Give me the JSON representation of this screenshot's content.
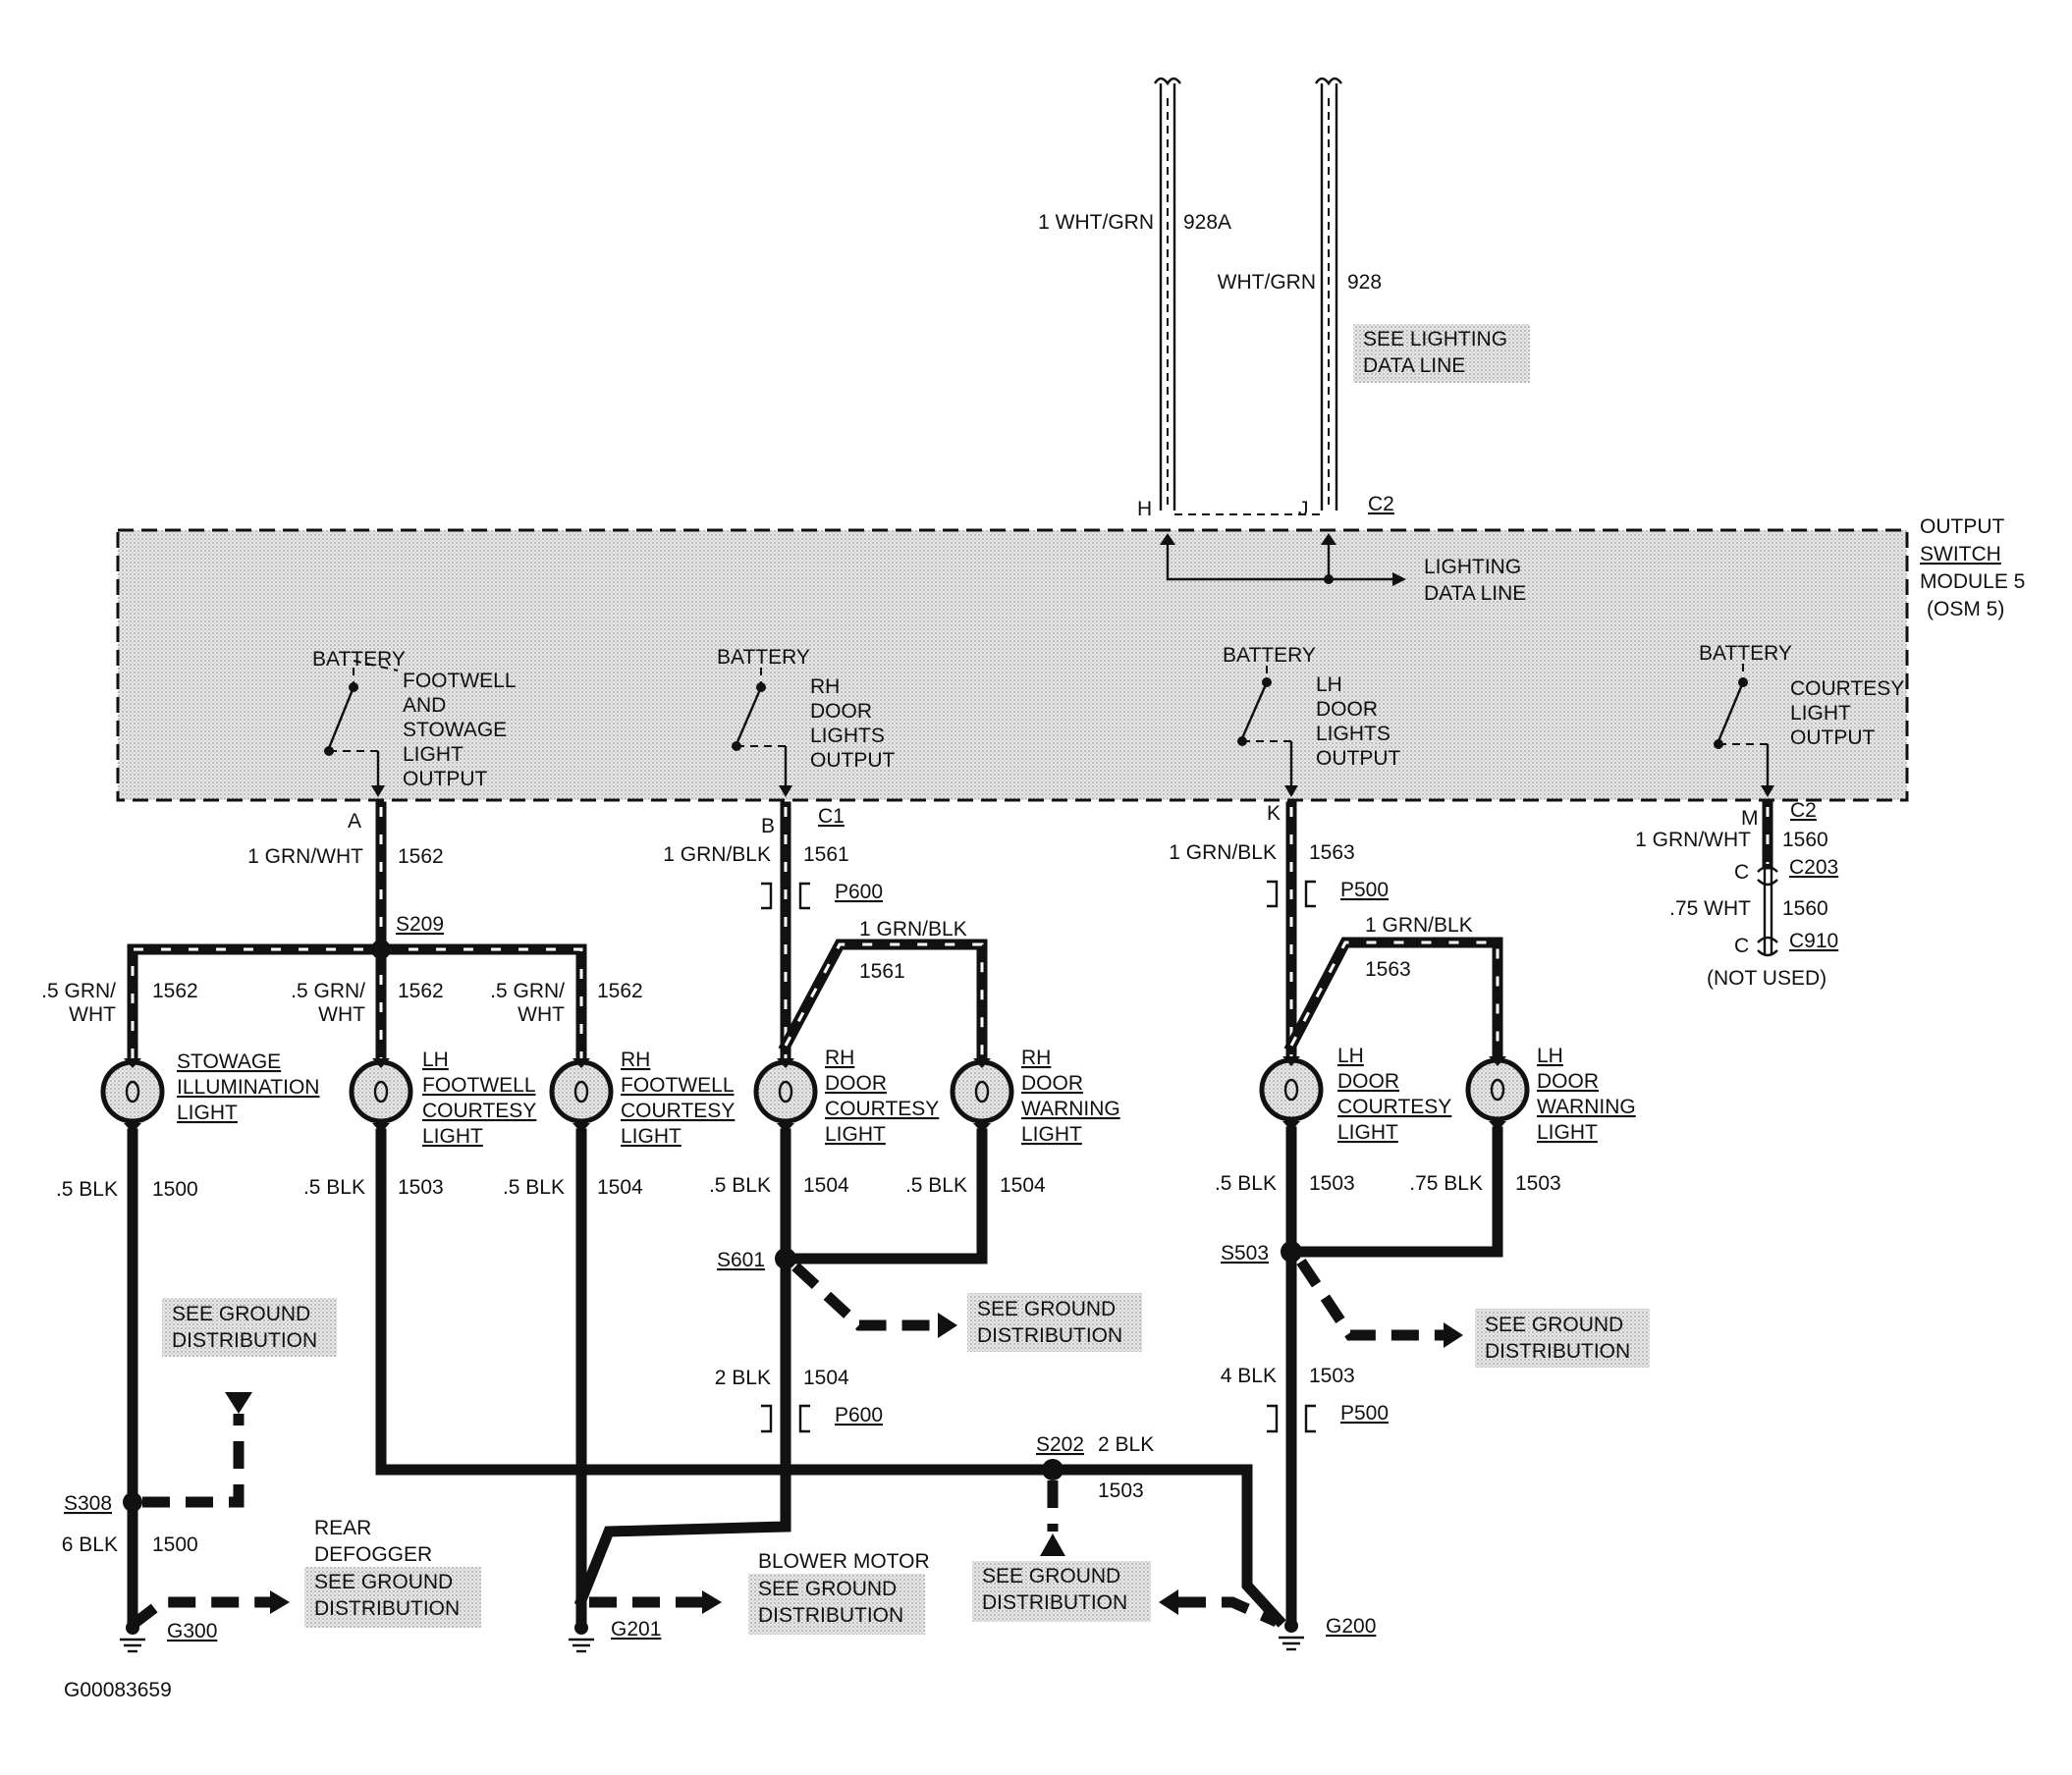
{
  "module": {
    "label_lines": [
      "OUTPUT",
      "SWITCH",
      "MODULE 5",
      "(OSM 5)"
    ],
    "outputs": [
      {
        "battery": "BATTERY",
        "lines": [
          "FOOTWELL",
          "AND",
          "STOWAGE",
          "LIGHT",
          "OUTPUT"
        ],
        "pin": "A",
        "connector": ""
      },
      {
        "battery": "BATTERY",
        "lines": [
          "RH",
          "DOOR",
          "LIGHTS",
          "OUTPUT"
        ],
        "pin": "B",
        "connector": "C1"
      },
      {
        "battery": "BATTERY",
        "lines": [
          "LH",
          "DOOR",
          "LIGHTS",
          "OUTPUT"
        ],
        "pin": "K",
        "connector": ""
      },
      {
        "battery": "BATTERY",
        "lines": [
          "COURTESY",
          "LIGHT",
          "OUTPUT"
        ],
        "pin": "M",
        "connector": "C2"
      }
    ],
    "data_line_lines": [
      "LIGHTING",
      "DATA LINE"
    ],
    "top_pins": {
      "h": "H",
      "j": "J",
      "connector": "C2"
    }
  },
  "top_wires": [
    {
      "gauge_color": "1 WHT/GRN",
      "circuit": "928A"
    },
    {
      "gauge_color": "WHT/GRN",
      "circuit": "928",
      "note_lines": [
        "SEE LIGHTING",
        "DATA LINE"
      ]
    }
  ],
  "wires": {
    "a_out": {
      "gauge_color": "1 GRN/WHT",
      "circuit": "1562"
    },
    "b_out": {
      "gauge_color": "1 GRN/BLK",
      "circuit": "1561"
    },
    "k_out": {
      "gauge_color": "1 GRN/BLK",
      "circuit": "1563"
    },
    "m_out": {
      "gauge_color": "1 GRN/WHT",
      "circuit": "1560"
    },
    "m_lower": {
      "gauge_color": ".75 WHT",
      "circuit": "1560"
    },
    "stow_in": {
      "gauge_color": [
        ".5 GRN/",
        "WHT"
      ],
      "circuit": "1562"
    },
    "lhfw_in": {
      "gauge_color": [
        ".5 GRN/",
        "WHT"
      ],
      "circuit": "1562"
    },
    "rhfw_in": {
      "gauge_color": [
        ".5 GRN/",
        "WHT"
      ],
      "circuit": "1562"
    },
    "rhdw_in": {
      "gauge_color": "1 GRN/BLK",
      "circuit": "1561"
    },
    "lhdw_in": {
      "gauge_color": "1 GRN/BLK",
      "circuit": "1563"
    },
    "stow_out": {
      "gauge_color": ".5 BLK",
      "circuit": "1500"
    },
    "lhfw_out": {
      "gauge_color": ".5 BLK",
      "circuit": "1503"
    },
    "rhfw_out": {
      "gauge_color": ".5 BLK",
      "circuit": "1504"
    },
    "rhdc_out": {
      "gauge_color": ".5 BLK",
      "circuit": "1504"
    },
    "rhdw_out": {
      "gauge_color": ".5 BLK",
      "circuit": "1504"
    },
    "lhdc_out": {
      "gauge_color": ".5 BLK",
      "circuit": "1503"
    },
    "lhdw_out": {
      "gauge_color": ".75 BLK",
      "circuit": "1503"
    },
    "s601_down": {
      "gauge_color": "2 BLK",
      "circuit": "1504"
    },
    "s503_down": {
      "gauge_color": "4 BLK",
      "circuit": "1503"
    },
    "s308_down": {
      "gauge_color": "6 BLK",
      "circuit": "1500"
    },
    "s202_right": {
      "gauge_color": "2 BLK",
      "circuit": "1503"
    }
  },
  "connectors": {
    "p600_upper": "P600",
    "p500_upper": "P500",
    "p600_lower": "P600",
    "p500_lower": "P500",
    "c203": "C203",
    "c910": "C910",
    "c_pin": "C",
    "not_used": "(NOT USED)"
  },
  "splices": {
    "s209": "S209",
    "s601": "S601",
    "s503": "S503",
    "s308": "S308",
    "s202": "S202"
  },
  "lamps": [
    {
      "lines": [
        "STOWAGE",
        "ILLUMINATION",
        "LIGHT"
      ]
    },
    {
      "lines": [
        "LH",
        "FOOTWELL",
        "COURTESY",
        "LIGHT"
      ]
    },
    {
      "lines": [
        "RH",
        "FOOTWELL",
        "COURTESY",
        "LIGHT"
      ]
    },
    {
      "lines": [
        "RH",
        "DOOR",
        "COURTESY",
        "LIGHT"
      ]
    },
    {
      "lines": [
        "RH",
        "DOOR",
        "WARNING",
        "LIGHT"
      ]
    },
    {
      "lines": [
        "LH",
        "DOOR",
        "COURTESY",
        "LIGHT"
      ]
    },
    {
      "lines": [
        "LH",
        "DOOR",
        "WARNING",
        "LIGHT"
      ]
    }
  ],
  "notes": {
    "ground_left": [
      "SEE GROUND",
      "DISTRIBUTION"
    ],
    "ground_s601": [
      "SEE GROUND",
      "DISTRIBUTION"
    ],
    "ground_s503": [
      "SEE GROUND",
      "DISTRIBUTION"
    ],
    "rear_defogger_title": [
      "REAR",
      "DEFOGGER"
    ],
    "rear_defogger": [
      "SEE GROUND",
      "DISTRIBUTION"
    ],
    "blower_title": "BLOWER MOTOR",
    "blower": [
      "SEE GROUND",
      "DISTRIBUTION"
    ],
    "center": [
      "SEE GROUND",
      "DISTRIBUTION"
    ]
  },
  "grounds": {
    "g300": "G300",
    "g201": "G201",
    "g200": "G200"
  },
  "figure_id": "G00083659"
}
